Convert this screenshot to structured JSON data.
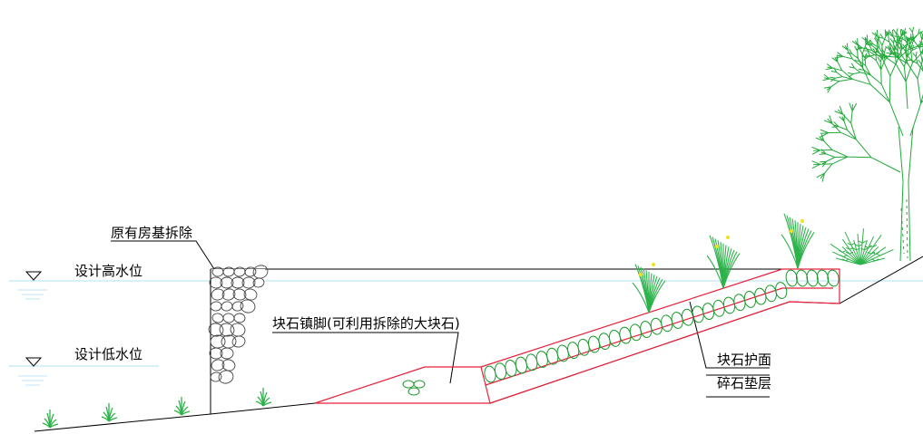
{
  "labels": {
    "design_high_water": "设计高水位",
    "design_low_water": "设计低水位",
    "demolish_foundation": "原有房基拆除",
    "toe_stone": "块石镇脚(可利用拆除的大块石)",
    "stone_revetment": "块石护面",
    "gravel_cushion": "碎石垫层"
  },
  "colors": {
    "line": "#000000",
    "water": "#bfe6f5",
    "red_outline": "#e8203a",
    "stone_green": "#1a9a2c",
    "plant_green": "#2db24a",
    "tree_green": "#22a83a",
    "flower_yellow": "#f2e11c"
  },
  "icons": {
    "water_level_marker": "inverted-triangle-icon",
    "plants": "reed-icon",
    "tree": "tree-icon"
  }
}
